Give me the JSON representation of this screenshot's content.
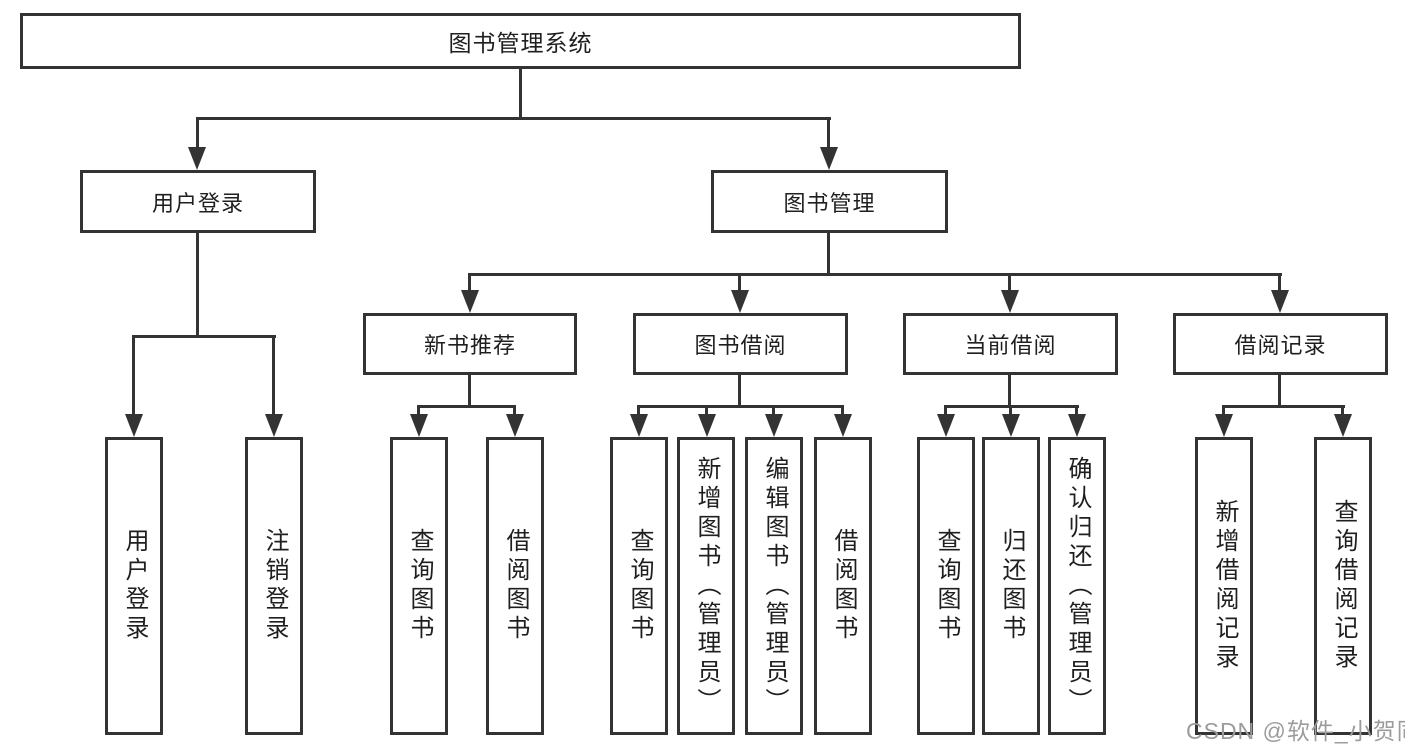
{
  "root": {
    "label": "图书管理系统"
  },
  "level2": [
    {
      "label": "用户登录"
    },
    {
      "label": "图书管理"
    }
  ],
  "level3": [
    {
      "label": "新书推荐"
    },
    {
      "label": "图书借阅"
    },
    {
      "label": "当前借阅"
    },
    {
      "label": "借阅记录"
    }
  ],
  "leaves": {
    "user_login": [
      "用户登录",
      "注销登录"
    ],
    "new_book": [
      "查询图书",
      "借阅图书"
    ],
    "book_borrow": [
      "查询图书",
      "新增图书（管理员）",
      "编辑图书（管理员）",
      "借阅图书"
    ],
    "current_borrow": [
      "查询图书",
      "归还图书",
      "确认归还（管理员）"
    ],
    "borrow_record": [
      "新增借阅记录",
      "查询借阅记录"
    ]
  },
  "watermark": {
    "text": "CSDN @软件_小贺同学"
  },
  "colors": {
    "line": "#333333",
    "text": "#1f1f1f",
    "watermark": "#9c9c9c",
    "background": "#ffffff"
  }
}
